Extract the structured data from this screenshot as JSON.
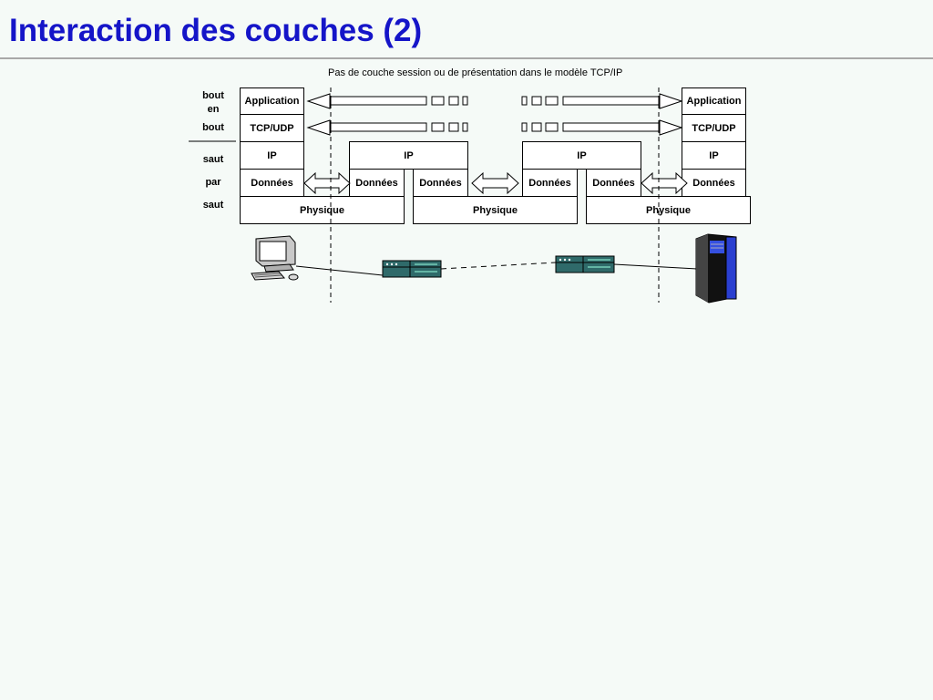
{
  "slide": {
    "title": "Interaction des couches (2)",
    "caption": "Pas de couche session ou de présentation dans le modèle TCP/IP"
  },
  "side_labels": {
    "bout_en_bout": [
      "bout",
      "en",
      "bout"
    ],
    "saut_par_saut": [
      "saut",
      "par",
      "saut"
    ]
  },
  "layers": {
    "application": "Application",
    "transport": "TCP/UDP",
    "ip": "IP",
    "data": "Données",
    "physical": "Physique"
  },
  "devices": {
    "left": "desktop-computer",
    "router_1": "router",
    "router_2": "router",
    "right": "server-tower"
  },
  "colors": {
    "title": "#1515c8",
    "router": "#2f6a6a",
    "server_blue": "#2a3fd0"
  }
}
